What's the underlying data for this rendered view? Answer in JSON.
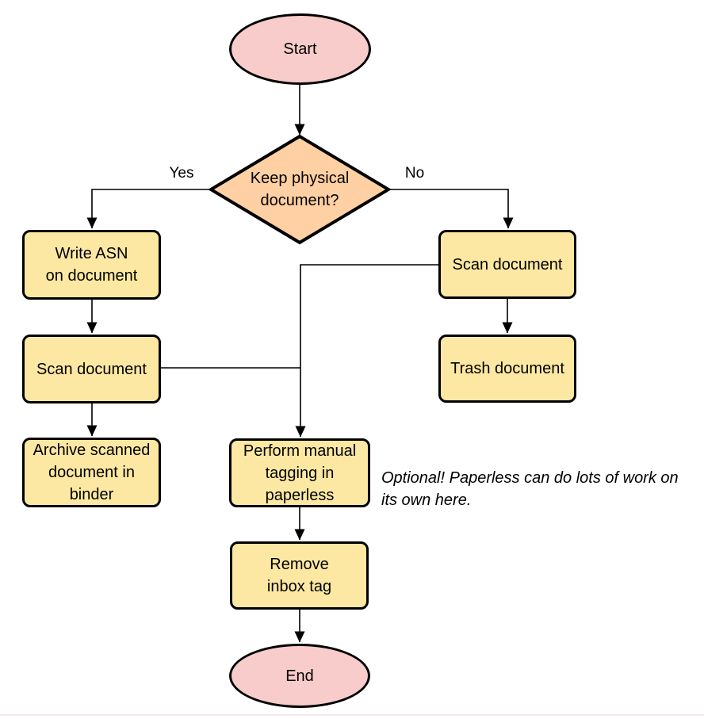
{
  "colors": {
    "background": "#ffffff",
    "node_border": "#000000",
    "connector": "#000000",
    "terminal_fill": "#f8cccb",
    "decision_fill": "#ffd0a3",
    "process_fill": "#fce8a2",
    "bottom_edge": "#f3eaea"
  },
  "nodes": {
    "start": {
      "label": "Start",
      "type": "terminal"
    },
    "decision": {
      "label": "Keep physical\ndocument?",
      "type": "decision"
    },
    "write_asn": {
      "label": "Write ASN\non document",
      "type": "process"
    },
    "scan_left": {
      "label": "Scan document",
      "type": "process"
    },
    "archive": {
      "label": "Archive scanned\ndocument in\nbinder",
      "type": "process"
    },
    "scan_right": {
      "label": "Scan document",
      "type": "process"
    },
    "trash": {
      "label": "Trash document",
      "type": "process"
    },
    "tagging": {
      "label": "Perform manual\ntagging in\npaperless",
      "type": "process"
    },
    "remove_inbox": {
      "label": "Remove\ninbox tag",
      "type": "process"
    },
    "end": {
      "label": "End",
      "type": "terminal"
    }
  },
  "edge_labels": {
    "yes": "Yes",
    "no": "No"
  },
  "annotation": {
    "text": "Optional! Paperless can do lots of work on\nits own here."
  }
}
